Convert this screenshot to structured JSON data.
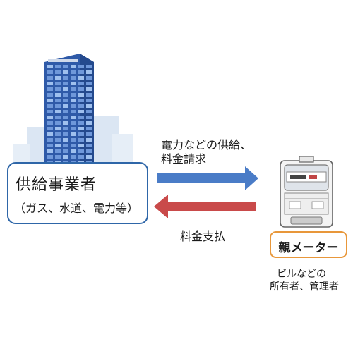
{
  "supplier": {
    "name": "供給事業者",
    "sub": "（ガス、水道、電力等）"
  },
  "flows": {
    "to_meter_line1": "電力などの供給、",
    "to_meter_line2": "料金請求",
    "to_supplier": "料金支払"
  },
  "meter": {
    "label": "親メーター",
    "owner_line1": "ビルなどの",
    "owner_line2": "所有者、管理者"
  },
  "colors": {
    "supplier_border": "#2e66a8",
    "arrow_supply": "#4a7cc7",
    "arrow_payment": "#c94a4a",
    "meter_border": "#e8973a"
  }
}
